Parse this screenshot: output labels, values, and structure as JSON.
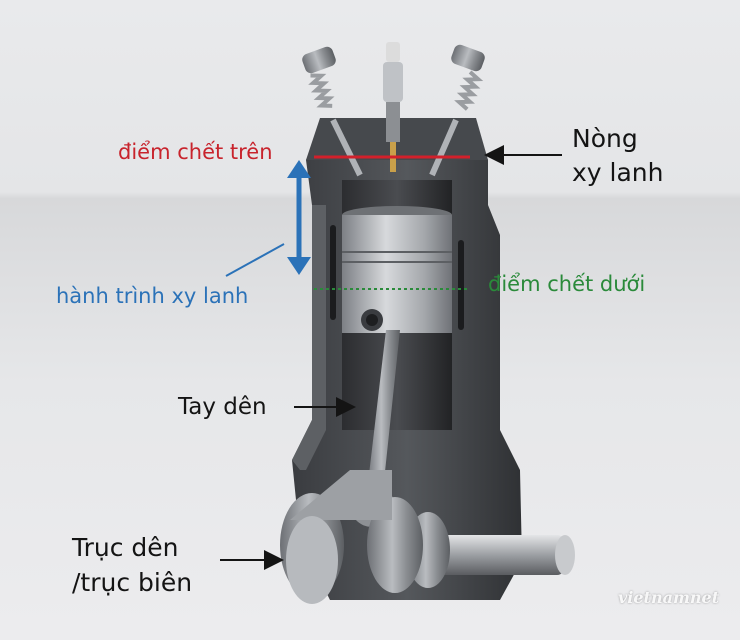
{
  "labels": {
    "top_dead_center": "điểm chết trên",
    "cylinder_line1": "Nòng",
    "cylinder_line2": "xy lanh",
    "stroke": "hành trình xy lanh",
    "bottom_dead_center": "điểm chết dưới",
    "connecting_rod": "Tay dên",
    "crankshaft_line1": "Trục dên",
    "crankshaft_line2": "/trục biên"
  },
  "watermark": "vietnamnet",
  "colors": {
    "top_dead_center": "#c8232c",
    "bottom_dead_center": "#2a8a3a",
    "stroke": "#2b72b8",
    "callout": "#141414"
  }
}
